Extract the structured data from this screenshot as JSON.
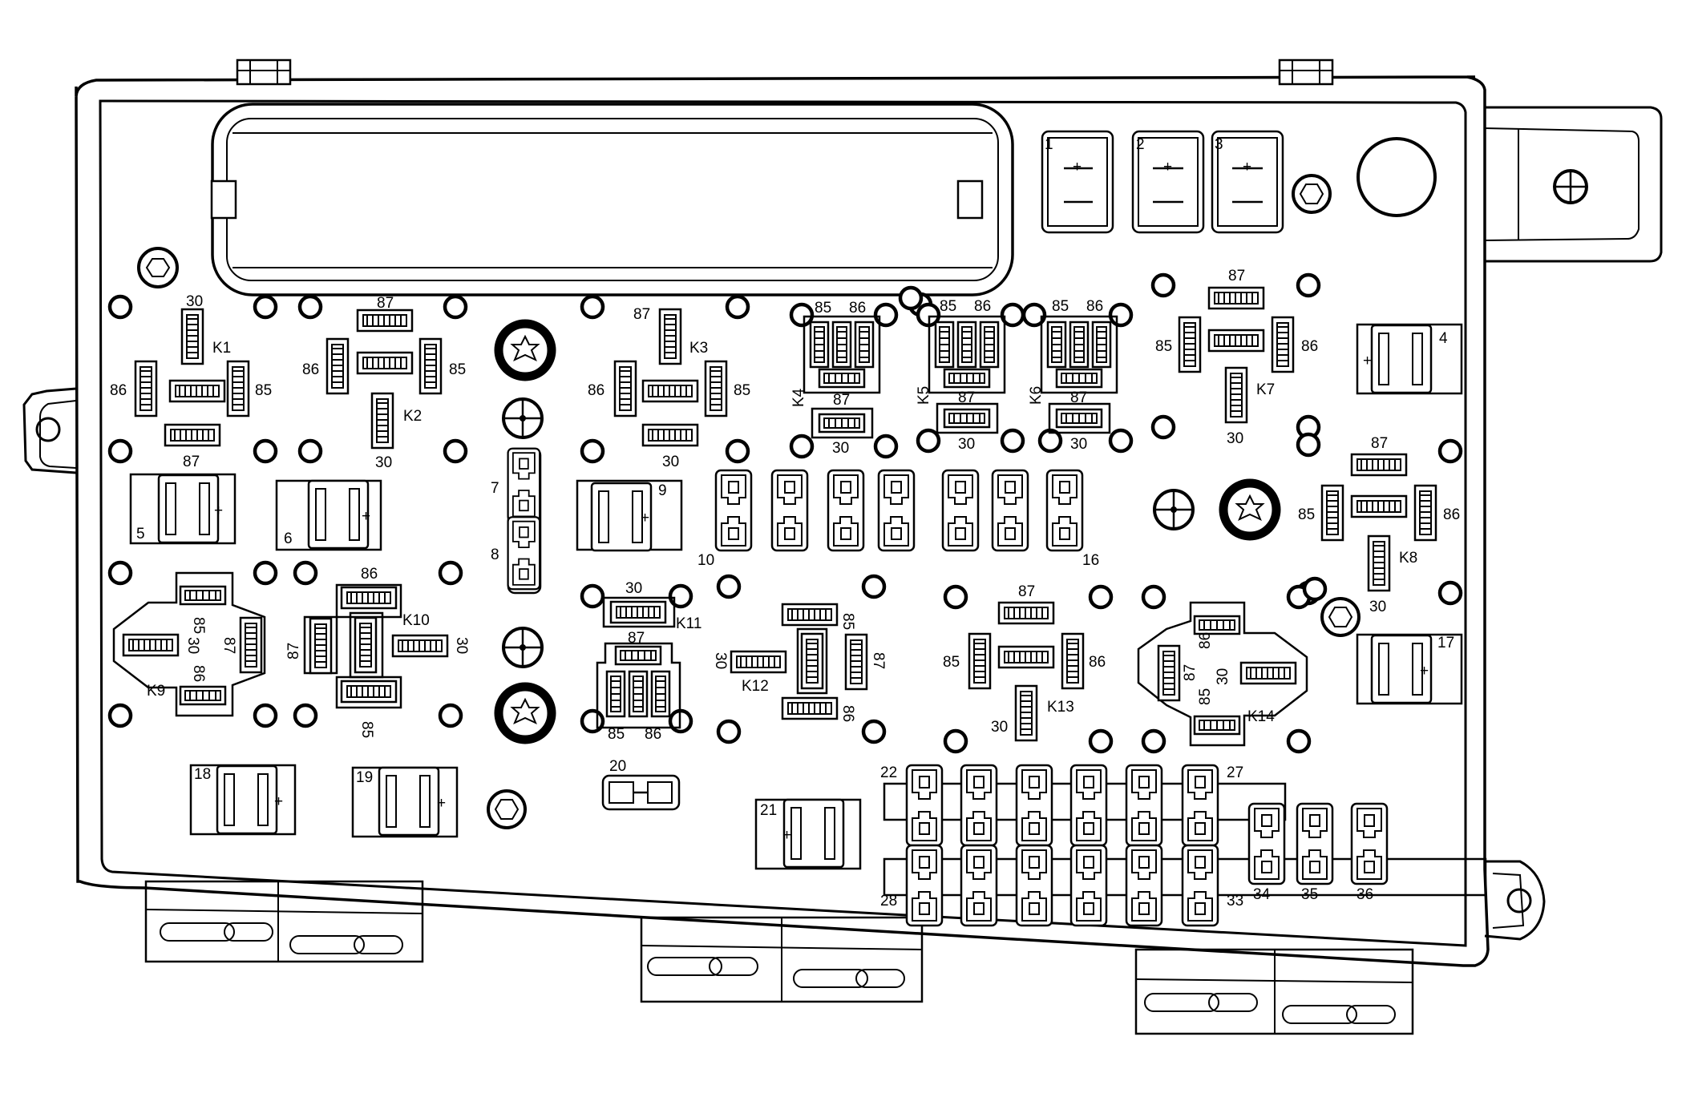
{
  "relays": [
    {
      "id": "K1",
      "label": "K1"
    },
    {
      "id": "K2",
      "label": "K2"
    },
    {
      "id": "K3",
      "label": "K3"
    },
    {
      "id": "K4",
      "label": "K4"
    },
    {
      "id": "K5",
      "label": "K5"
    },
    {
      "id": "K6",
      "label": "K6"
    },
    {
      "id": "K7",
      "label": "K7"
    },
    {
      "id": "K8",
      "label": "K8"
    },
    {
      "id": "K9",
      "label": "K9"
    },
    {
      "id": "K10",
      "label": "K10"
    },
    {
      "id": "K11",
      "label": "K11"
    },
    {
      "id": "K12",
      "label": "K12"
    },
    {
      "id": "K13",
      "label": "K13"
    },
    {
      "id": "K14",
      "label": "K14"
    }
  ],
  "pin_labels": {
    "p30": "30",
    "p85": "85",
    "p86": "86",
    "p87": "87"
  },
  "positions": {
    "n1": "1",
    "n2": "2",
    "n3": "3",
    "n4": "4",
    "n5": "5",
    "n6": "6",
    "n7": "7",
    "n8": "8",
    "n9": "9",
    "n10": "10",
    "n16": "16",
    "n17": "17",
    "n18": "18",
    "n19": "19",
    "n20": "20",
    "n21": "21",
    "n22": "22",
    "n27": "27",
    "n28": "28",
    "n33": "33",
    "n34": "34",
    "n35": "35",
    "n36": "36"
  },
  "polarity_symbol": "+"
}
